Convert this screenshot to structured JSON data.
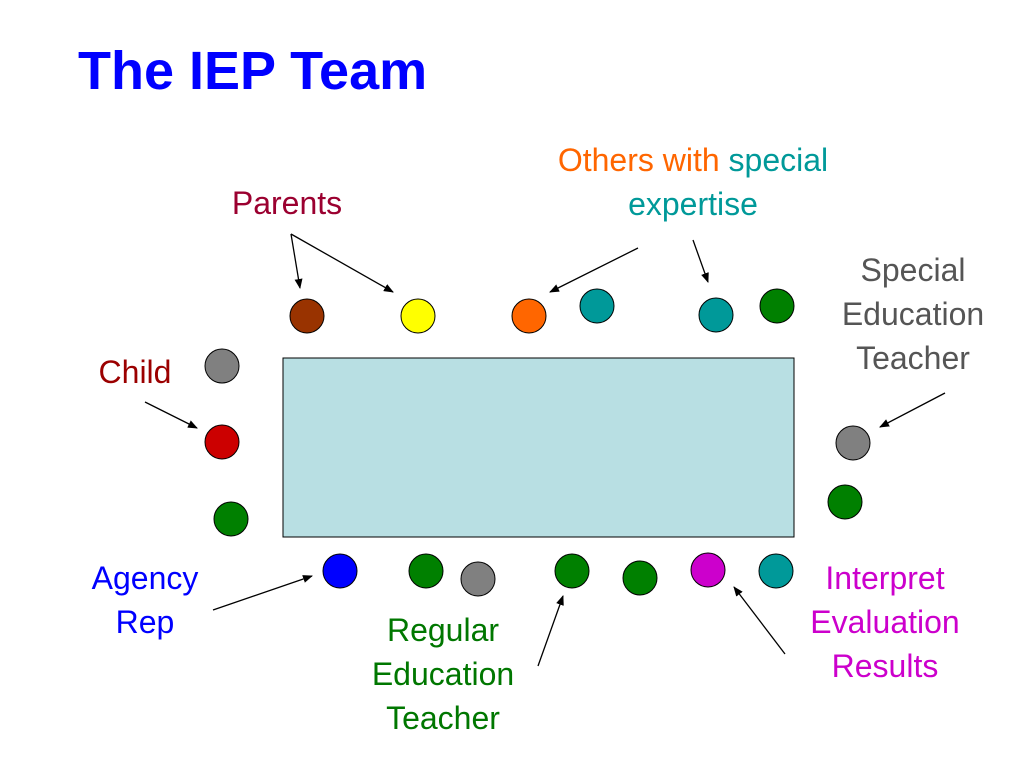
{
  "title": "The IEP Team",
  "colors": {
    "title": "#0000ff",
    "table_fill": "#b8dfe3",
    "parents": "#9b0030",
    "child": "#9b0000",
    "others": "#ff6600",
    "special_expertise": "#009999",
    "sped_teacher": "#555555",
    "agency_rep": "#0000ff",
    "regular_teacher": "#007700",
    "interpret": "#cc00cc"
  },
  "labels": {
    "parents": "Parents",
    "others_part1": "Others with",
    "others_part2": "special",
    "others_line2": "expertise",
    "sped_teacher": [
      "Special",
      "Education",
      "Teacher"
    ],
    "child": "Child",
    "agency_rep": [
      "Agency",
      "Rep"
    ],
    "regular_teacher": [
      "Regular",
      "Education",
      "Teacher"
    ],
    "interpret": [
      "Interpret",
      "Evaluation",
      "Results"
    ]
  },
  "seats": [
    {
      "role": "parent",
      "color": "#993300"
    },
    {
      "role": "parent",
      "color": "#ffff00"
    },
    {
      "role": "other-expert",
      "color": "#ff6600"
    },
    {
      "role": "other-expert",
      "color": "#009999"
    },
    {
      "role": "other-expert",
      "color": "#009999"
    },
    {
      "role": "member",
      "color": "#008000"
    },
    {
      "role": "member",
      "color": "#808080"
    },
    {
      "role": "child",
      "color": "#cc0000"
    },
    {
      "role": "member",
      "color": "#008000"
    },
    {
      "role": "sped-teacher",
      "color": "#808080"
    },
    {
      "role": "member",
      "color": "#008000"
    },
    {
      "role": "agency-rep",
      "color": "#0000ff"
    },
    {
      "role": "member",
      "color": "#008000"
    },
    {
      "role": "member",
      "color": "#808080"
    },
    {
      "role": "regular-teacher",
      "color": "#008000"
    },
    {
      "role": "member",
      "color": "#008000"
    },
    {
      "role": "interpret-results",
      "color": "#cc00cc"
    },
    {
      "role": "member",
      "color": "#009999"
    }
  ]
}
